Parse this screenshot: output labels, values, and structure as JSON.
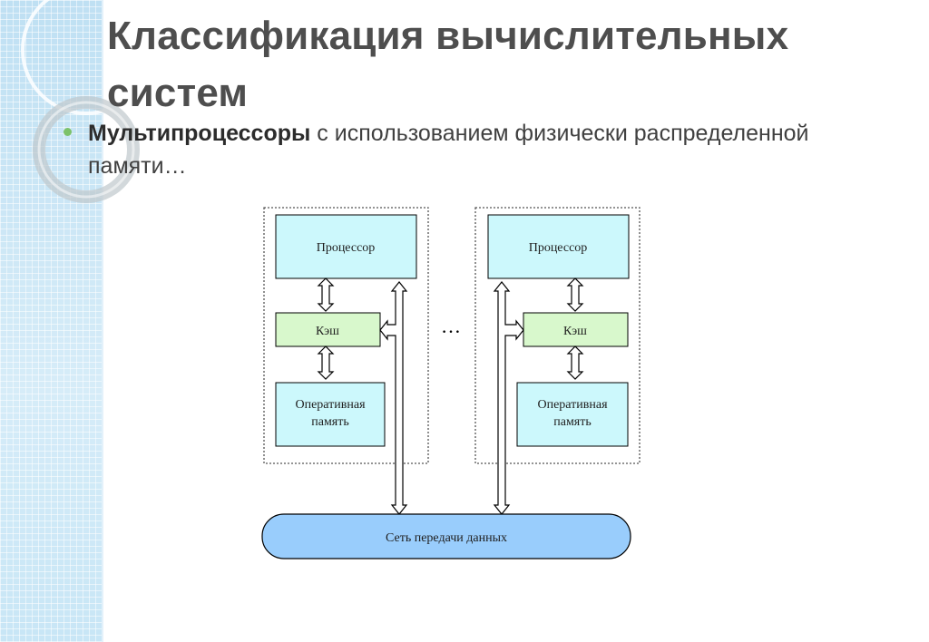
{
  "slide": {
    "title": "Классификация вычислительных систем",
    "bullet_bold": "Мультипроцессоры",
    "bullet_text": " с использованием физически распределенной памяти…"
  },
  "diagram": {
    "processor_label": "Процессор",
    "cache_label": "Кэш",
    "memory_label_line1": "Оперативная",
    "memory_label_line2": "память",
    "ellipsis": "…",
    "network_label": "Сеть передачи данных"
  },
  "colors": {
    "processor_fill": "#ccf8fc",
    "cache_fill": "#d8f8cc",
    "memory_fill": "#ccf8fc",
    "network_fill": "#99cdfc",
    "bullet": "#7cc26a",
    "title": "#4e4e4e"
  }
}
